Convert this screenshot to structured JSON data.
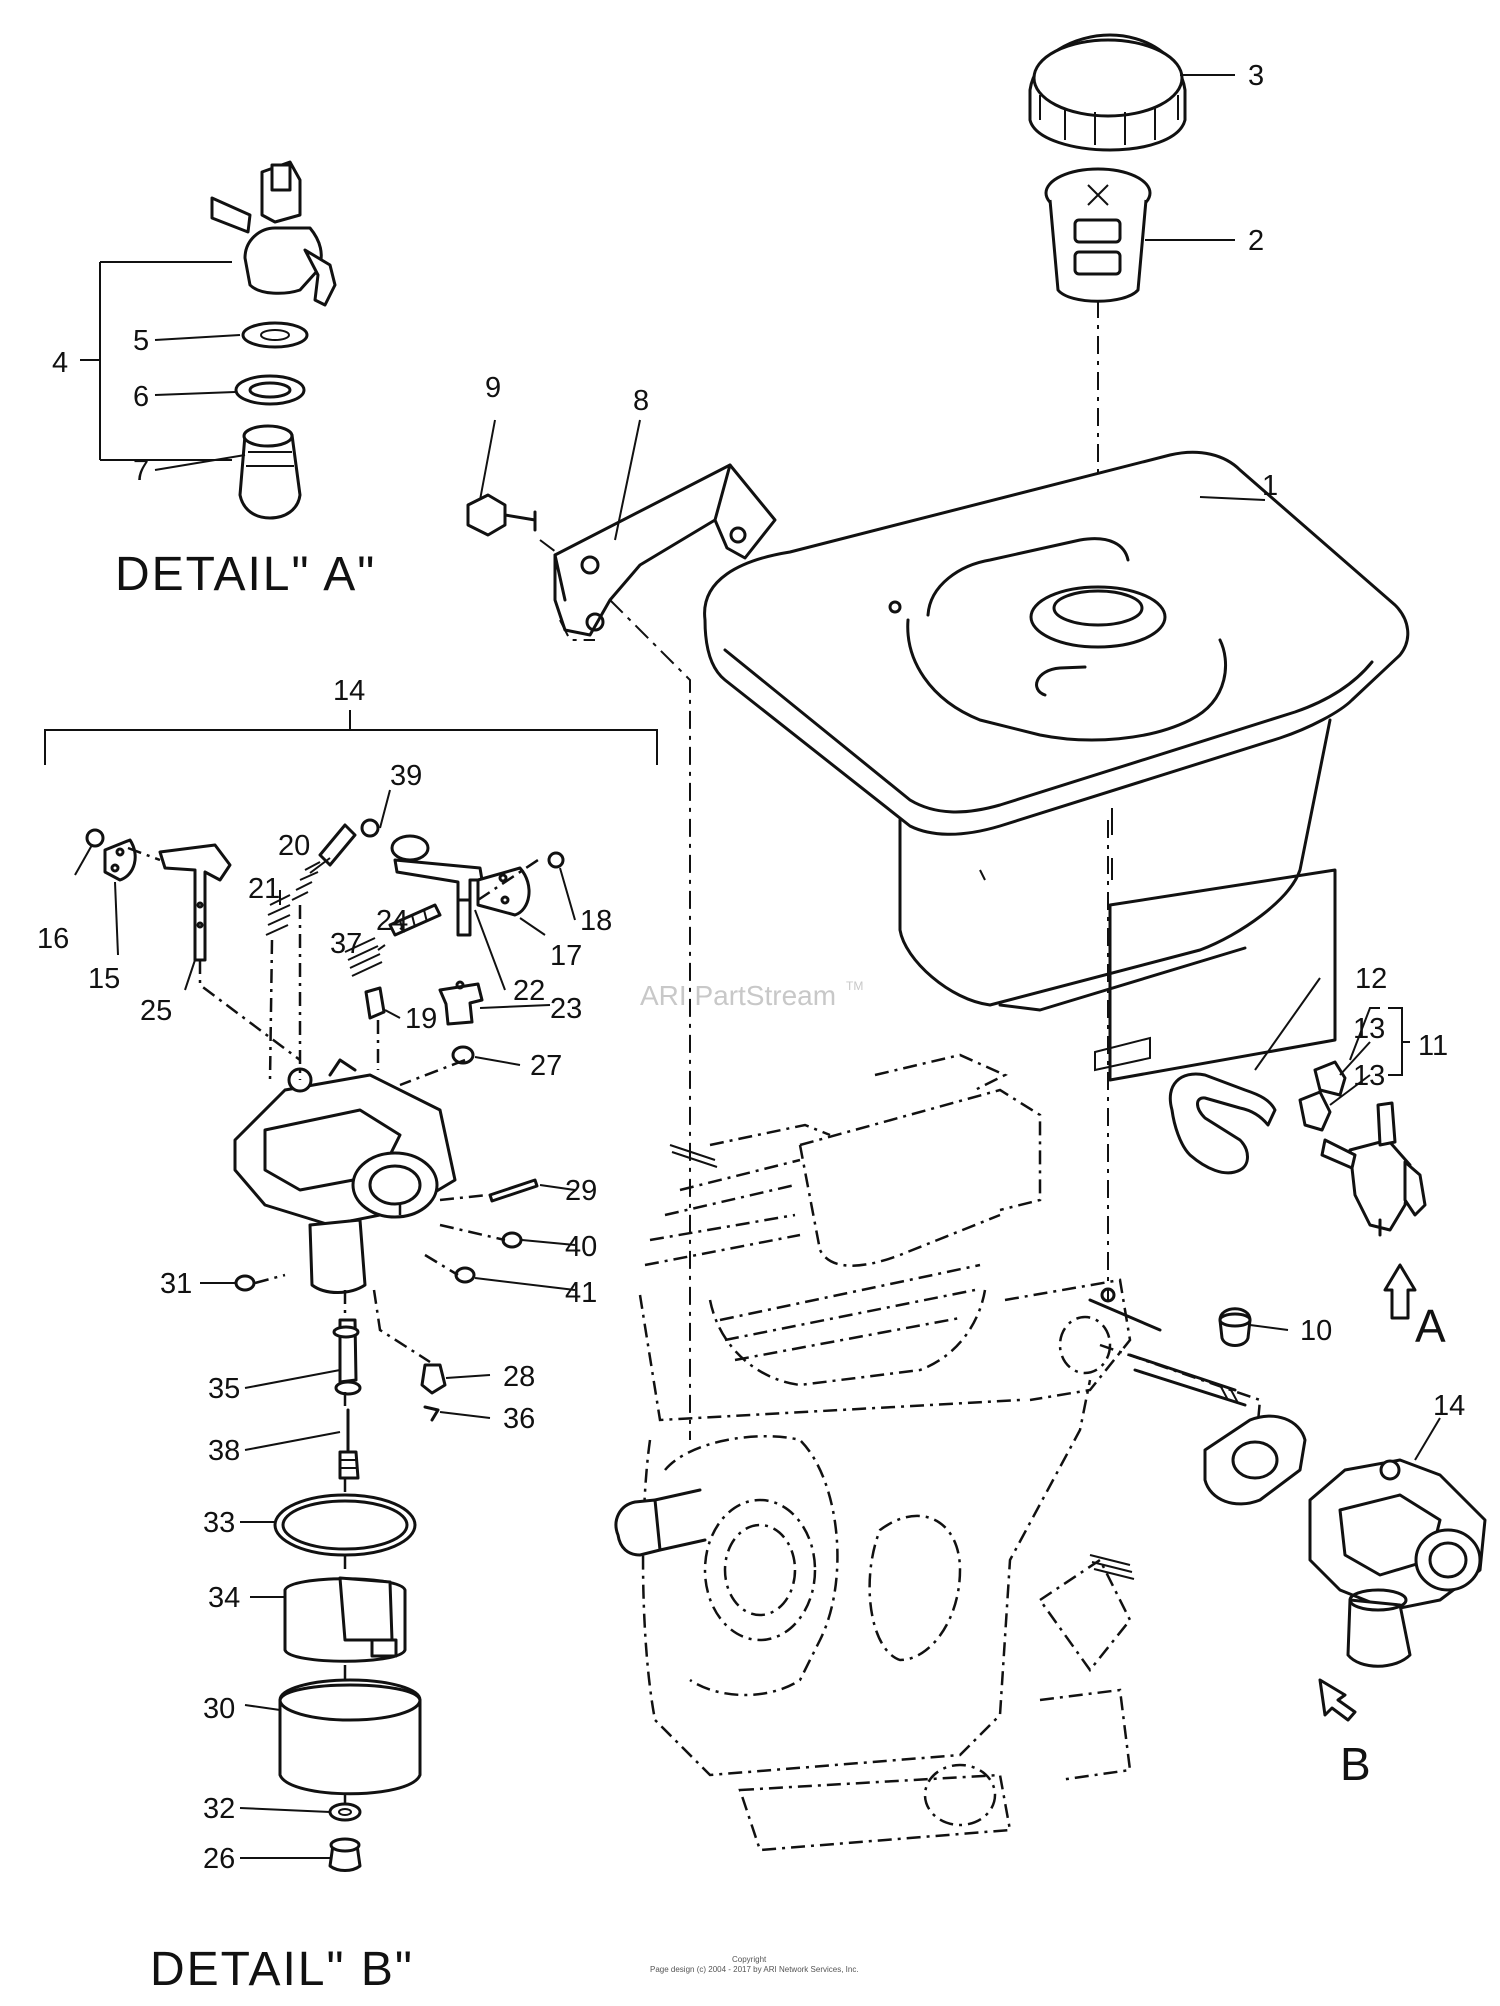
{
  "callouts": {
    "c1": "1",
    "c2": "2",
    "c3": "3",
    "c4": "4",
    "c5": "5",
    "c6": "6",
    "c7": "7",
    "c8": "8",
    "c9": "9",
    "c10": "10",
    "c11": "11",
    "c12": "12",
    "c13a": "13",
    "c13b": "13",
    "c14a": "14",
    "c14b": "14",
    "c15": "15",
    "c16": "16",
    "c17": "17",
    "c18": "18",
    "c19": "19",
    "c20": "20",
    "c21": "21",
    "c22": "22",
    "c23": "23",
    "c24": "24",
    "c25": "25",
    "c26": "26",
    "c27": "27",
    "c28": "28",
    "c29": "29",
    "c30": "30",
    "c31": "31",
    "c32": "32",
    "c33": "33",
    "c34": "34",
    "c35": "35",
    "c36": "36",
    "c37": "37",
    "c38": "38",
    "c39": "39",
    "c40": "40",
    "c41": "41"
  },
  "labels": {
    "detail_a": "DETAIL\" A\"",
    "detail_b": "DETAIL\" B\"",
    "view_a": "A",
    "view_b": "B"
  },
  "watermark": {
    "text": "ARI PartStream",
    "tm": "TM"
  },
  "footer": {
    "line1": "Copyright",
    "line2": "Page design (c) 2004 - 2017 by ARI Network Services, Inc."
  }
}
